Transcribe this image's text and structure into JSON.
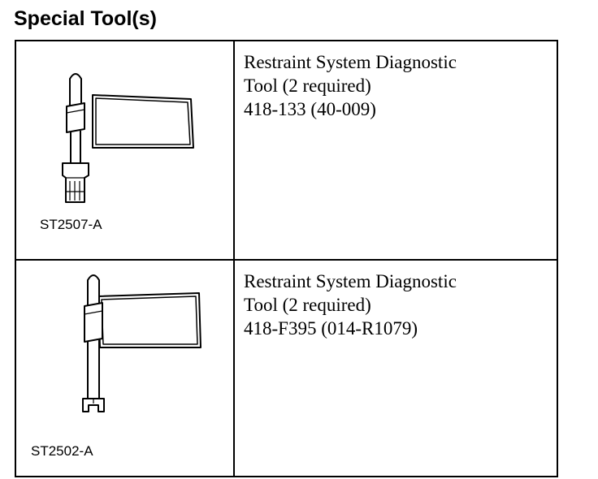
{
  "page": {
    "title": "Special Tool(s)"
  },
  "tools": [
    {
      "code": "ST2507-A",
      "name_line1": "Restraint System Diagnostic",
      "name_line2": "Tool (2 required)",
      "part_number": "418-133 (40-009)",
      "illustration_icon": "diagnostic-tool-connector-icon"
    },
    {
      "code": "ST2502-A",
      "name_line1": "Restraint System Diagnostic",
      "name_line2": "Tool (2 required)",
      "part_number": "418-F395 (014-R1079)",
      "illustration_icon": "diagnostic-tool-fork-icon"
    }
  ]
}
